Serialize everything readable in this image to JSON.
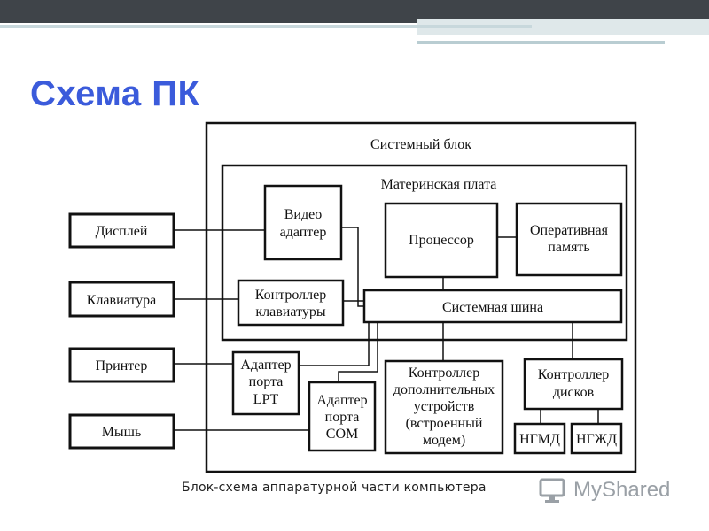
{
  "title": "Схема ПК",
  "diagram": {
    "system_unit": "Системный блок",
    "motherboard": "Материнская плата",
    "video_adapter": [
      "Видео",
      "адаптер"
    ],
    "processor": "Процессор",
    "ram": [
      "Оперативная",
      "память"
    ],
    "keyboard_controller": [
      "Контроллер",
      "клавиатуры"
    ],
    "system_bus": "Системная шина",
    "lpt_adapter": [
      "Адаптер",
      "порта",
      "LPT"
    ],
    "com_adapter": [
      "Адаптер",
      "порта",
      "COM"
    ],
    "extra_controller": [
      "Контроллер",
      "дополнительных",
      "устройств",
      "(встроенный",
      "модем)"
    ],
    "disk_controller": [
      "Контроллер",
      "дисков"
    ],
    "fdd": "НГМД",
    "hdd": "НГЖД",
    "display": "Дисплей",
    "keyboard": "Клавиатура",
    "printer": "Принтер",
    "mouse": "Мышь"
  },
  "caption": "Блок-схема аппаратурной части компьютера",
  "logo_text": "MyShared",
  "colors": {
    "title": "#3b5bdb",
    "topbar": "#3f4449"
  }
}
